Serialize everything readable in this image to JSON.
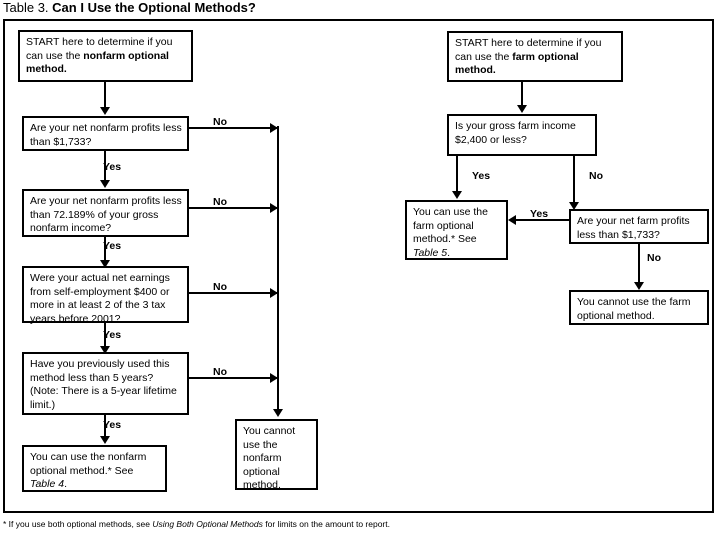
{
  "title": {
    "prefix": "Table 3.",
    "question": "Can I Use the Optional Methods?"
  },
  "footnote": {
    "marker": "*",
    "text_before": " If you use both optional methods, see ",
    "italic": "Using Both Optional Methods",
    "text_after": " for limits on the amount to report."
  },
  "colors": {
    "ink": "#000000",
    "paper": "#ffffff"
  },
  "flow": {
    "nonfarm": {
      "start": {
        "plain": "START here to determine if you can use the ",
        "bold": "nonfarm optional method."
      },
      "q1": "Are your net nonfarm profits less than $1,733?",
      "q2": "Are your net nonfarm profits less than 72.189% of your gross nonfarm income?",
      "q3": "Were your actual net earnings from self-employment $400 or more in at least 2 of the 3 tax years before 2001?",
      "q4": "Have you previously used this method less than 5 years? (Note: There is a 5-year lifetime limit.)",
      "yes_result": {
        "plain": "You can use the nonfarm optional method.* See ",
        "italic": "Table 4",
        "tail": "."
      },
      "no_result": "You cannot use the nonfarm optional method.",
      "labels": {
        "yes1": "Yes",
        "yes2": "Yes",
        "yes3": "Yes",
        "yes4": "Yes",
        "no1": "No",
        "no2": "No",
        "no3": "No",
        "no4": "No"
      }
    },
    "farm": {
      "start": {
        "plain": "START here to determine if you can use the ",
        "bold": "farm optional method."
      },
      "q1": "Is your gross farm income $2,400 or less?",
      "q2": "Are your net farm profits less than $1,733?",
      "yes_result": {
        "plain": "You can use the farm optional method.* See ",
        "italic": "Table 5",
        "tail": "."
      },
      "no_result": "You cannot use the farm optional method.",
      "labels": {
        "yes1": "Yes",
        "no1": "No",
        "yes2": "Yes",
        "no2": "No"
      }
    }
  }
}
